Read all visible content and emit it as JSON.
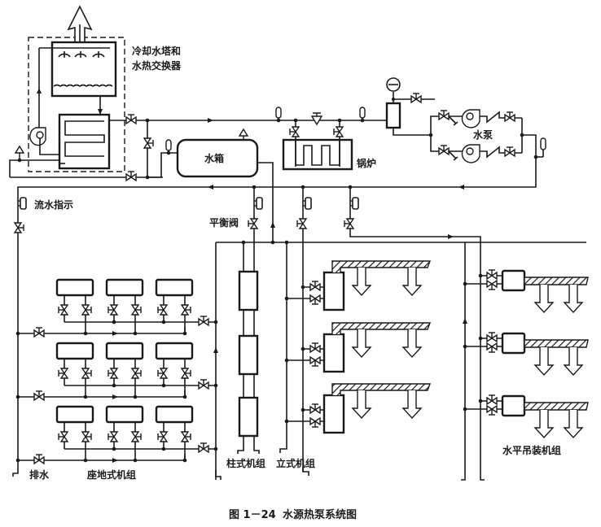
{
  "figure": {
    "caption_number": "图 1－24",
    "caption_title": "水源热泵系统图"
  },
  "labels": {
    "cooling_tower_line1": "冷却水塔和",
    "cooling_tower_line2": "水热交换器",
    "water_tank": "水箱",
    "boiler": "锅炉",
    "water_pump": "水泵",
    "flow_indicator": "流水指示",
    "balance_valve": "平衡阀",
    "drain": "排水",
    "floor_units": "座地式机组",
    "column_units": "柱式机组",
    "vertical_units": "立式机组",
    "ceiling_units": "水平吊装机组"
  },
  "components": {
    "floor_unit_rows": 3,
    "floor_units_per_row": 3,
    "column_unit_count": 3,
    "vertical_unit_count": 3,
    "ceiling_unit_count": 3,
    "pump_count": 2
  }
}
